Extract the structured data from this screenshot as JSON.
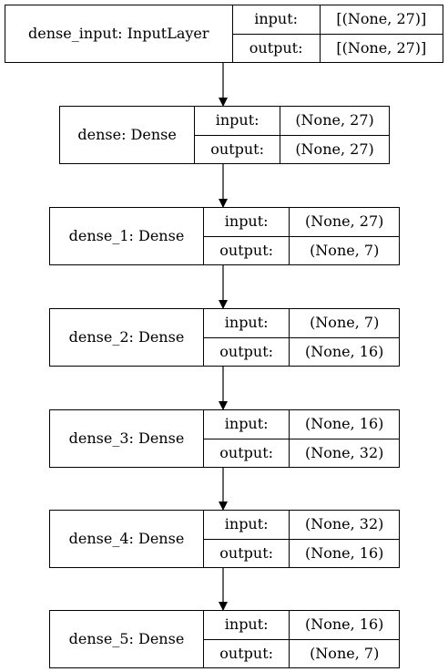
{
  "layers": [
    {
      "name": "dense_input: InputLayer",
      "input_label": "input:",
      "input_value": "[(None, 27)]",
      "output_label": "output:",
      "output_value": "[(None, 27)]"
    },
    {
      "name": "dense: Dense",
      "input_label": "input:",
      "input_value": "(None, 27)",
      "output_label": "output:",
      "output_value": "(None, 27)"
    },
    {
      "name": "dense_1: Dense",
      "input_label": "input:",
      "input_value": "(None, 27)",
      "output_label": "output:",
      "output_value": "(None, 7)"
    },
    {
      "name": "dense_2: Dense",
      "input_label": "input:",
      "input_value": "(None, 7)",
      "output_label": "output:",
      "output_value": "(None, 16)"
    },
    {
      "name": "dense_3: Dense",
      "input_label": "input:",
      "input_value": "(None, 16)",
      "output_label": "output:",
      "output_value": "(None, 32)"
    },
    {
      "name": "dense_4: Dense",
      "input_label": "input:",
      "input_value": "(None, 32)",
      "output_label": "output:",
      "output_value": "(None, 16)"
    },
    {
      "name": "dense_5: Dense",
      "input_label": "input:",
      "input_value": "(None, 16)",
      "output_label": "output:",
      "output_value": "(None, 7)"
    }
  ],
  "colors": {
    "stroke": "#000000",
    "background": "#ffffff"
  }
}
